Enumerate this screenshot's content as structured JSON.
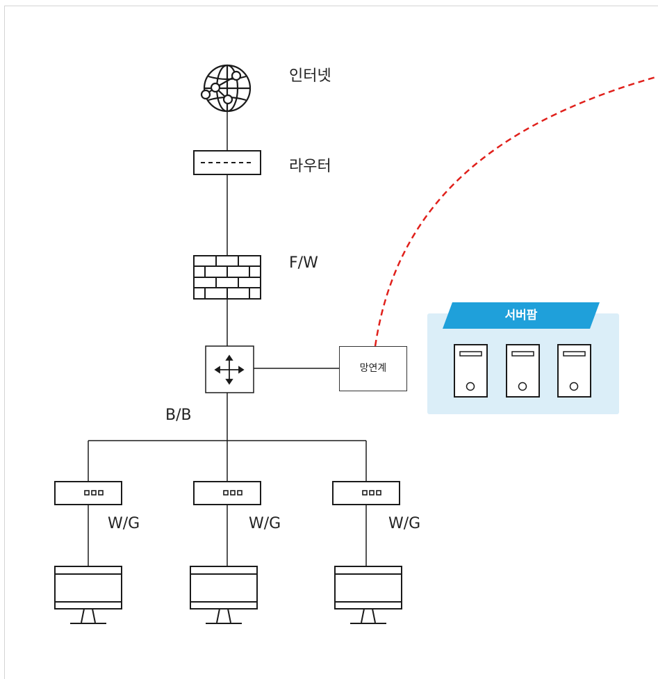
{
  "nodes": {
    "internet": "인터넷",
    "router": "라우터",
    "firewall": "F/W",
    "backbone": "B/B",
    "network_link": "망연계",
    "server_farm": "서버팜",
    "workgroups": [
      "W/G",
      "W/G",
      "W/G"
    ]
  },
  "colors": {
    "line": "#1a1a1a",
    "dashed_link": "#e0201b",
    "server_panel": "#dbeef8",
    "server_tab": "#1fa0da"
  }
}
